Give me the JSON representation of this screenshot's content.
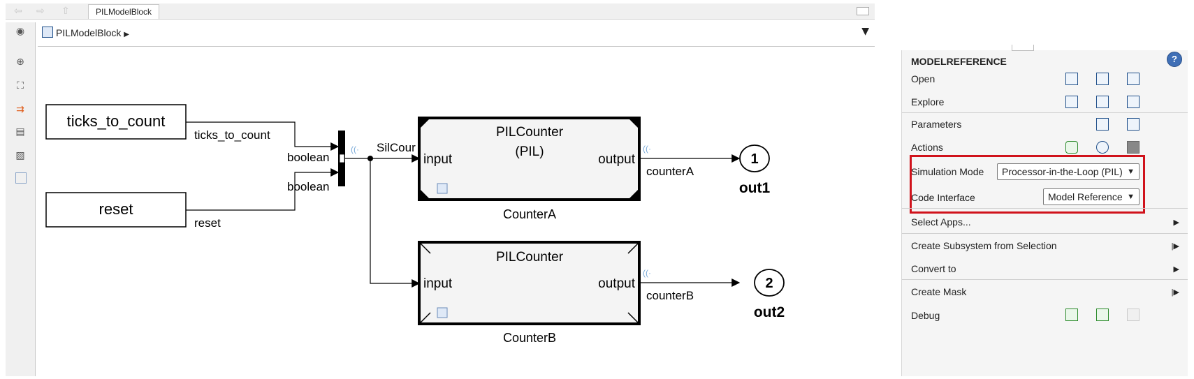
{
  "editor": {
    "tab_title": "PILModelBlock",
    "address": "PILModelBlock",
    "address_arrow": "▶"
  },
  "diagram": {
    "blocks": {
      "ticks_label": "ticks_to_count",
      "reset_label": "reset",
      "counterA_title": "PILCounter",
      "counterA_sub": "(PIL)",
      "counterA_name": "CounterA",
      "counterB_title": "PILCounter",
      "counterB_name": "CounterB",
      "port_input": "input",
      "port_output": "output",
      "out1_num": "1",
      "out1_name": "out1",
      "out2_num": "2",
      "out2_name": "out2"
    },
    "signals": {
      "ticks": "ticks_to_count",
      "reset": "reset",
      "bool1": "boolean",
      "bool2": "boolean",
      "silcounter": "SilCour",
      "counterA": "counterA",
      "counterB": "counterB"
    }
  },
  "menu": {
    "header": "MODELREFERENCE",
    "help": "?",
    "open": "Open",
    "explore": "Explore",
    "parameters": "Parameters",
    "actions": "Actions",
    "sim_mode_label": "Simulation Mode",
    "sim_mode_value": "Processor-in-the-Loop (PIL)",
    "code_iface_label": "Code Interface",
    "code_iface_value": "Model Reference",
    "select_apps": "Select Apps...",
    "create_subsystem": "Create Subsystem from Selection",
    "convert_to": "Convert to",
    "create_mask": "Create Mask",
    "debug": "Debug",
    "caret": "▼",
    "submenu_arrow": "▶",
    "split_arrow": "|▶"
  },
  "colors": {
    "highlight": "#d0121b",
    "signal": "#000000"
  }
}
